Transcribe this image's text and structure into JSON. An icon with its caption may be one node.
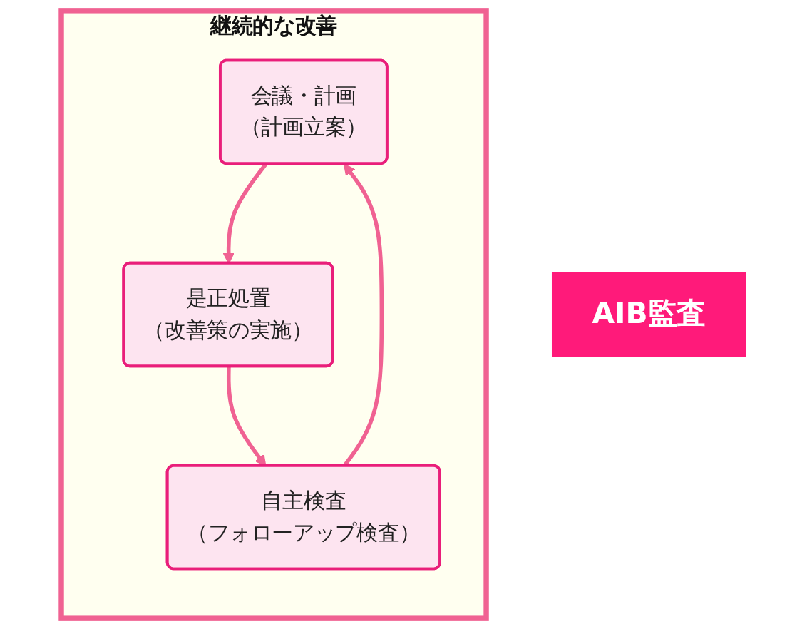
{
  "diagram": {
    "nodes": [
      {
        "text": [
          "継続的な改善"
        ]
      },
      {
        "text": [
          "会議・計画",
          "（計画立案）"
        ],
        "in": 0
      },
      {
        "text": [
          "是正処置",
          "（改善策の実施）"
        ],
        "in": 0
      },
      {
        "text": [
          "自主検査",
          "（フォローアップ検査）"
        ],
        "in": 0
      },
      {
        "text": [
          "AIB監査"
        ]
      }
    ],
    "edges": [
      {
        "from": 1,
        "to": 2,
        "arrow": "to"
      },
      {
        "from": 2,
        "to": 3,
        "arrow": "to"
      },
      {
        "from": 3,
        "to": 1,
        "arrow": "to"
      }
    ]
  }
}
